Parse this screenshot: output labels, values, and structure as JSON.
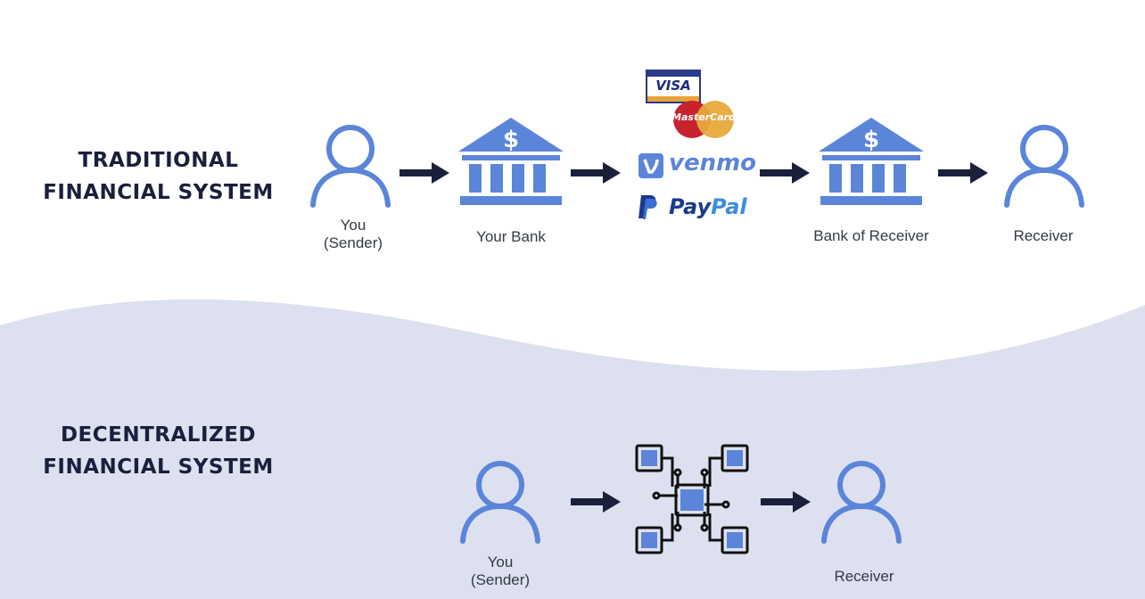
{
  "traditional": {
    "heading_line1": "TRADITIONAL",
    "heading_line2": "FINANCIAL SYSTEM",
    "sender_line1": "You",
    "sender_line2": "(Sender)",
    "your_bank": "Your Bank",
    "bank_of_receiver": "Bank of Receiver",
    "receiver": "Receiver",
    "payment_brands": {
      "visa": "VISA",
      "mastercard": "MasterCard",
      "venmo": "venmo",
      "paypal_pay": "Pay",
      "paypal_pal": "Pal"
    }
  },
  "decentralized": {
    "heading_line1": "DECENTRALIZED",
    "heading_line2": "FINANCIAL SYSTEM",
    "sender_line1": "You",
    "sender_line2": "(Sender)",
    "receiver": "Receiver"
  },
  "colors": {
    "icon_blue": "#5b85d9",
    "arrow_navy": "#1b1f3b",
    "wave_bg": "#dde0ee",
    "text": "#333a44"
  }
}
